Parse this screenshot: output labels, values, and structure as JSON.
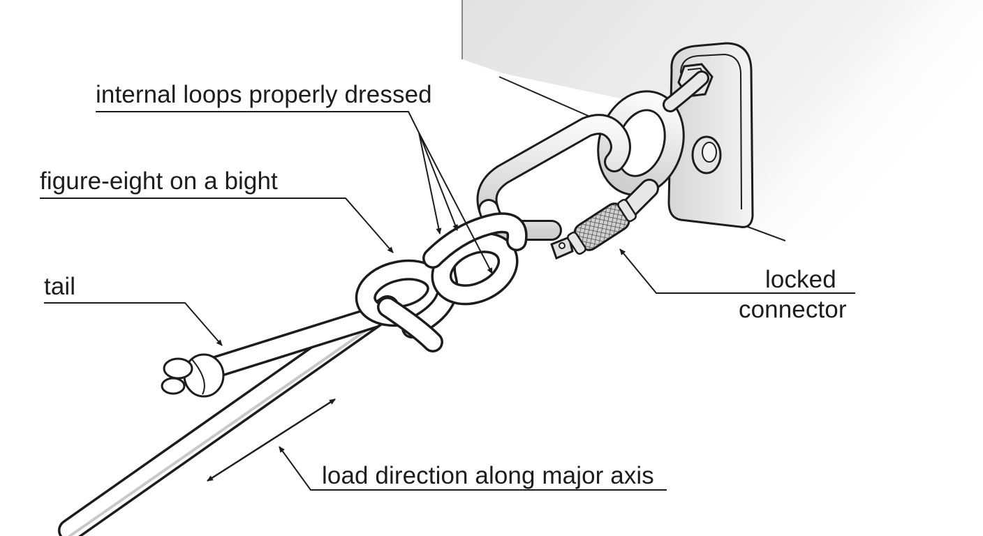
{
  "labels": {
    "internal_loops": "internal loops properly dressed",
    "figure_eight": "figure-eight on a bight",
    "tail": "tail",
    "locked": "locked",
    "connector": "connector",
    "load_direction": "load direction along major axis"
  },
  "colors": {
    "ink": "#1c1c1c",
    "rope_fill": "#ffffff",
    "metal_fill": "#e9e9e9",
    "wall_shade": "#e4e4e4"
  }
}
